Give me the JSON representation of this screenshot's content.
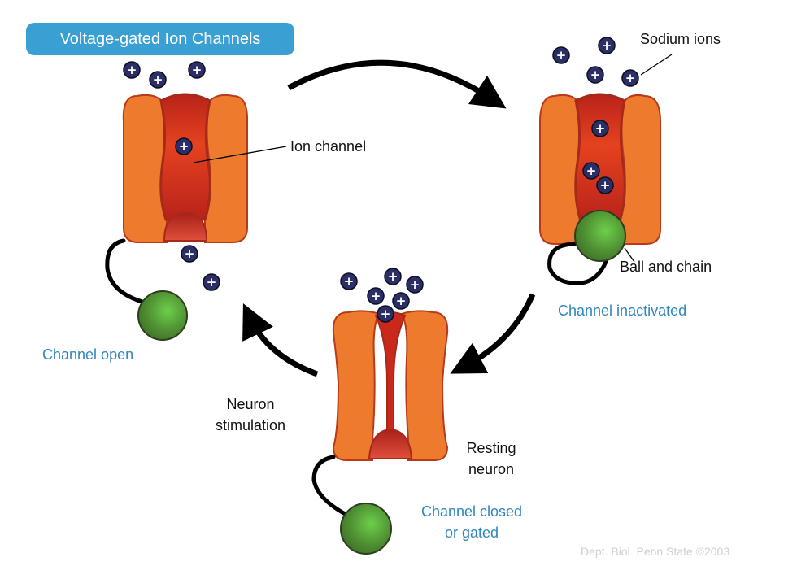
{
  "title": "Voltage-gated Ion Channels",
  "labels": {
    "ion_channel": "Ion channel",
    "sodium_ions": "Sodium ions",
    "ball_and_chain": "Ball and chain",
    "resting_neuron_line1": "Resting",
    "resting_neuron_line2": "neuron",
    "neuron_stimulation_line1": "Neuron",
    "neuron_stimulation_line2": "stimulation"
  },
  "states": {
    "open": "Channel open",
    "inactivated": "Channel inactivated",
    "closed_line1": "Channel closed",
    "closed_line2": "or gated"
  },
  "credit": "Dept. Biol. Penn State ©2003",
  "ion_symbol": "+",
  "colors": {
    "title_bg": "#3aa0d4",
    "state_text": "#2f86bf",
    "protein": "#ee7a2e",
    "pore": "#c9281a",
    "ion": "#2b2f66",
    "ball": "#5da845"
  }
}
